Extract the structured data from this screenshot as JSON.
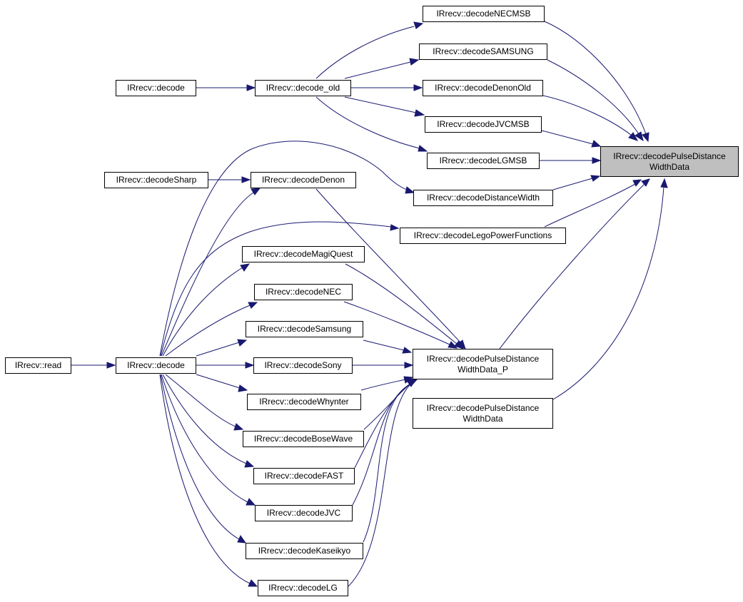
{
  "graph": {
    "nodes": {
      "read": "IRrecv::read",
      "decode_main": "IRrecv::decode",
      "decode_top": "IRrecv::decode",
      "decode_old": "IRrecv::decode_old",
      "decodeSharp": "IRrecv::decodeSharp",
      "decodeDenon": "IRrecv::decodeDenon",
      "decodeNECMSB": "IRrecv::decodeNECMSB",
      "decodeSAMSUNG": "IRrecv::decodeSAMSUNG",
      "decodeDenonOld": "IRrecv::decodeDenonOld",
      "decodeJVCMSB": "IRrecv::decodeJVCMSB",
      "decodeLGMSB": "IRrecv::decodeLGMSB",
      "decodeDistanceWidth": "IRrecv::decodeDistanceWidth",
      "decodeLegoPowerFunctions": "IRrecv::decodeLegoPowerFunctions",
      "decodeMagiQuest": "IRrecv::decodeMagiQuest",
      "decodeNEC": "IRrecv::decodeNEC",
      "decodeSamsung": "IRrecv::decodeSamsung",
      "decodeSony": "IRrecv::decodeSony",
      "decodeWhynter": "IRrecv::decodeWhynter",
      "decodeBoseWave": "IRrecv::decodeBoseWave",
      "decodeFAST": "IRrecv::decodeFAST",
      "decodeJVC": "IRrecv::decodeJVC",
      "decodeKaseikyo": "IRrecv::decodeKaseikyo",
      "decodeLG": "IRrecv::decodeLG",
      "pdwd_p_line1": "IRrecv::decodePulseDistance",
      "pdwd_p_line2": "WidthData_P",
      "pdwd_line1": "IRrecv::decodePulseDistance",
      "pdwd_line2": "WidthData",
      "target_line1": "IRrecv::decodePulseDistance",
      "target_line2": "WidthData"
    },
    "colors": {
      "edge": "#191970",
      "node_border": "#000000",
      "current_node_fill": "#bfbfbf"
    }
  }
}
